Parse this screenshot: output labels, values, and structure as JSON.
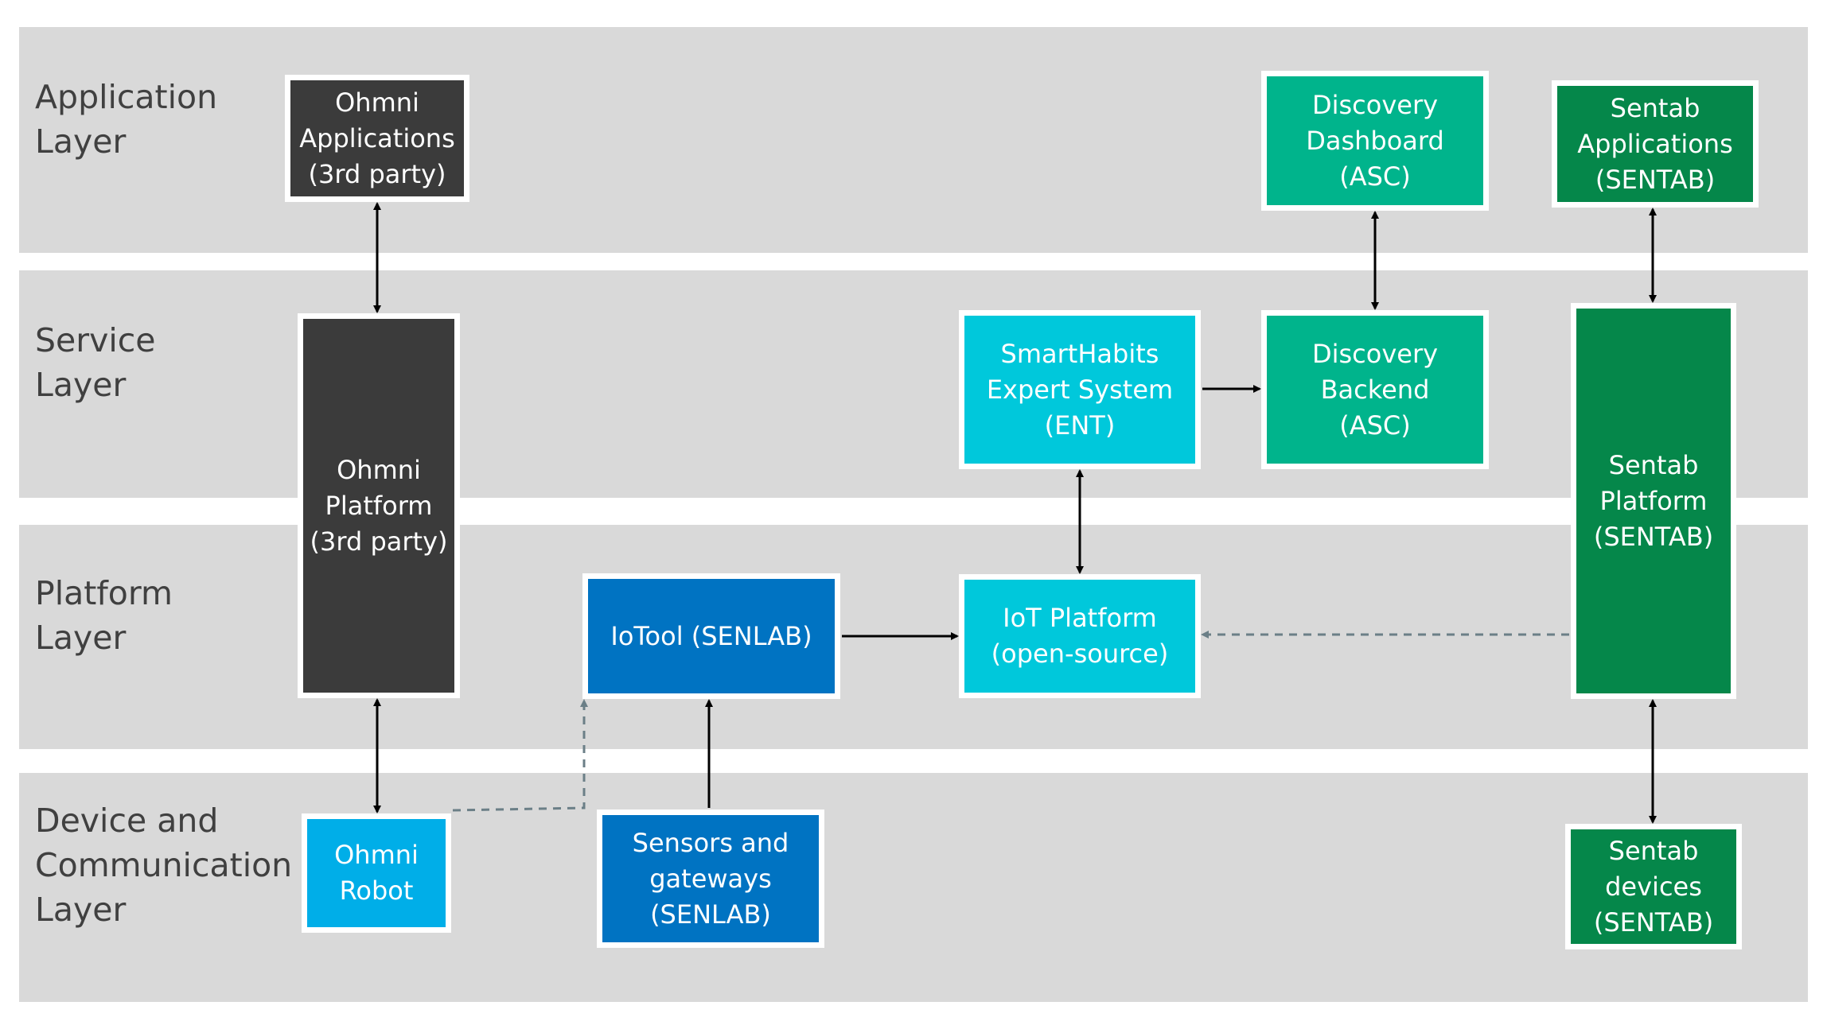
{
  "layers": {
    "application": "Application\nLayer",
    "service": "Service\nLayer",
    "platform": "Platform\nLayer",
    "device": "Device and\nCommunication\nLayer"
  },
  "boxes": {
    "ohmni_applications": "Ohmni\nApplications\n(3rd party)",
    "ohmni_platform": "Ohmni\nPlatform\n(3rd party)",
    "ohmni_robot": "Ohmni\nRobot",
    "iotool": "IoTool (SENLAB)",
    "sensors_gateways": "Sensors and\ngateways\n(SENLAB)",
    "smarthabits": "SmartHabits\nExpert System\n(ENT)",
    "iot_platform": "IoT Platform\n(open-source)",
    "discovery_dashboard": "Discovery\nDashboard\n(ASC)",
    "discovery_backend": "Discovery\nBackend\n(ASC)",
    "sentab_applications": "Sentab\nApplications\n(SENTAB)",
    "sentab_platform": "Sentab\nPlatform\n(SENTAB)",
    "sentab_devices": "Sentab\ndevices\n(SENTAB)"
  },
  "colors": {
    "band": "#d9d9d9",
    "ohmni": "#3b3b3b",
    "ohmni_robot": "#00aee8",
    "senlab": "#0073c2",
    "ent_iot": "#00c8db",
    "asc": "#00b48c",
    "sentab": "#05874a",
    "dashed_arrow": "#6b7f87"
  }
}
